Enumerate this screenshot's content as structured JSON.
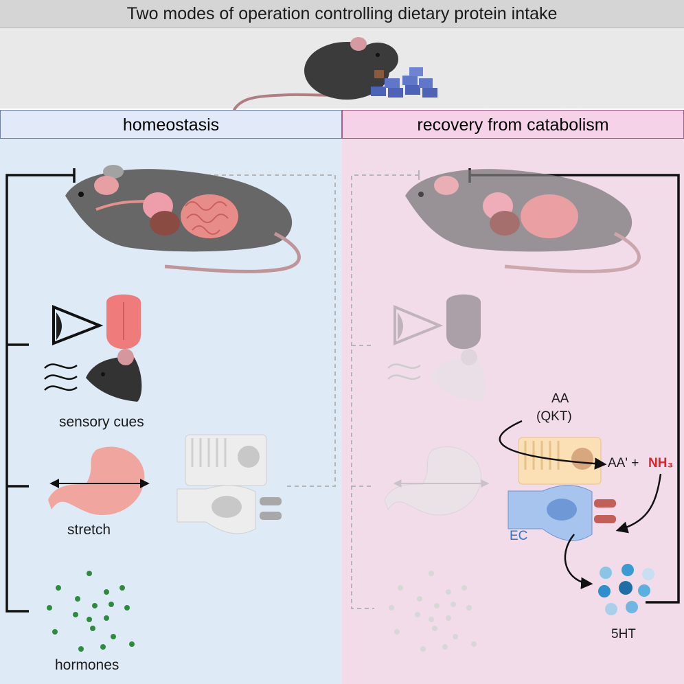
{
  "title": "Two modes of operation controlling dietary protein intake",
  "panels": {
    "left": {
      "header": "homeostasis",
      "labels": {
        "sensory": "sensory cues",
        "stretch": "stretch",
        "hormones": "hormones"
      }
    },
    "right": {
      "header": "recovery from catabolism",
      "labels": {
        "aa": "AA",
        "qkt": "(QKT)",
        "aa_prime": "AA' +",
        "nh3": "NH₃",
        "ec": "EC",
        "serotonin": "5HT"
      }
    }
  },
  "colors": {
    "left_panel_bg": "#dfeaf7",
    "right_panel_bg": "#f3dcea",
    "nh3": "#e3202a",
    "ec": "#2b76c6",
    "hormone_dots": "#2e8b3e"
  }
}
